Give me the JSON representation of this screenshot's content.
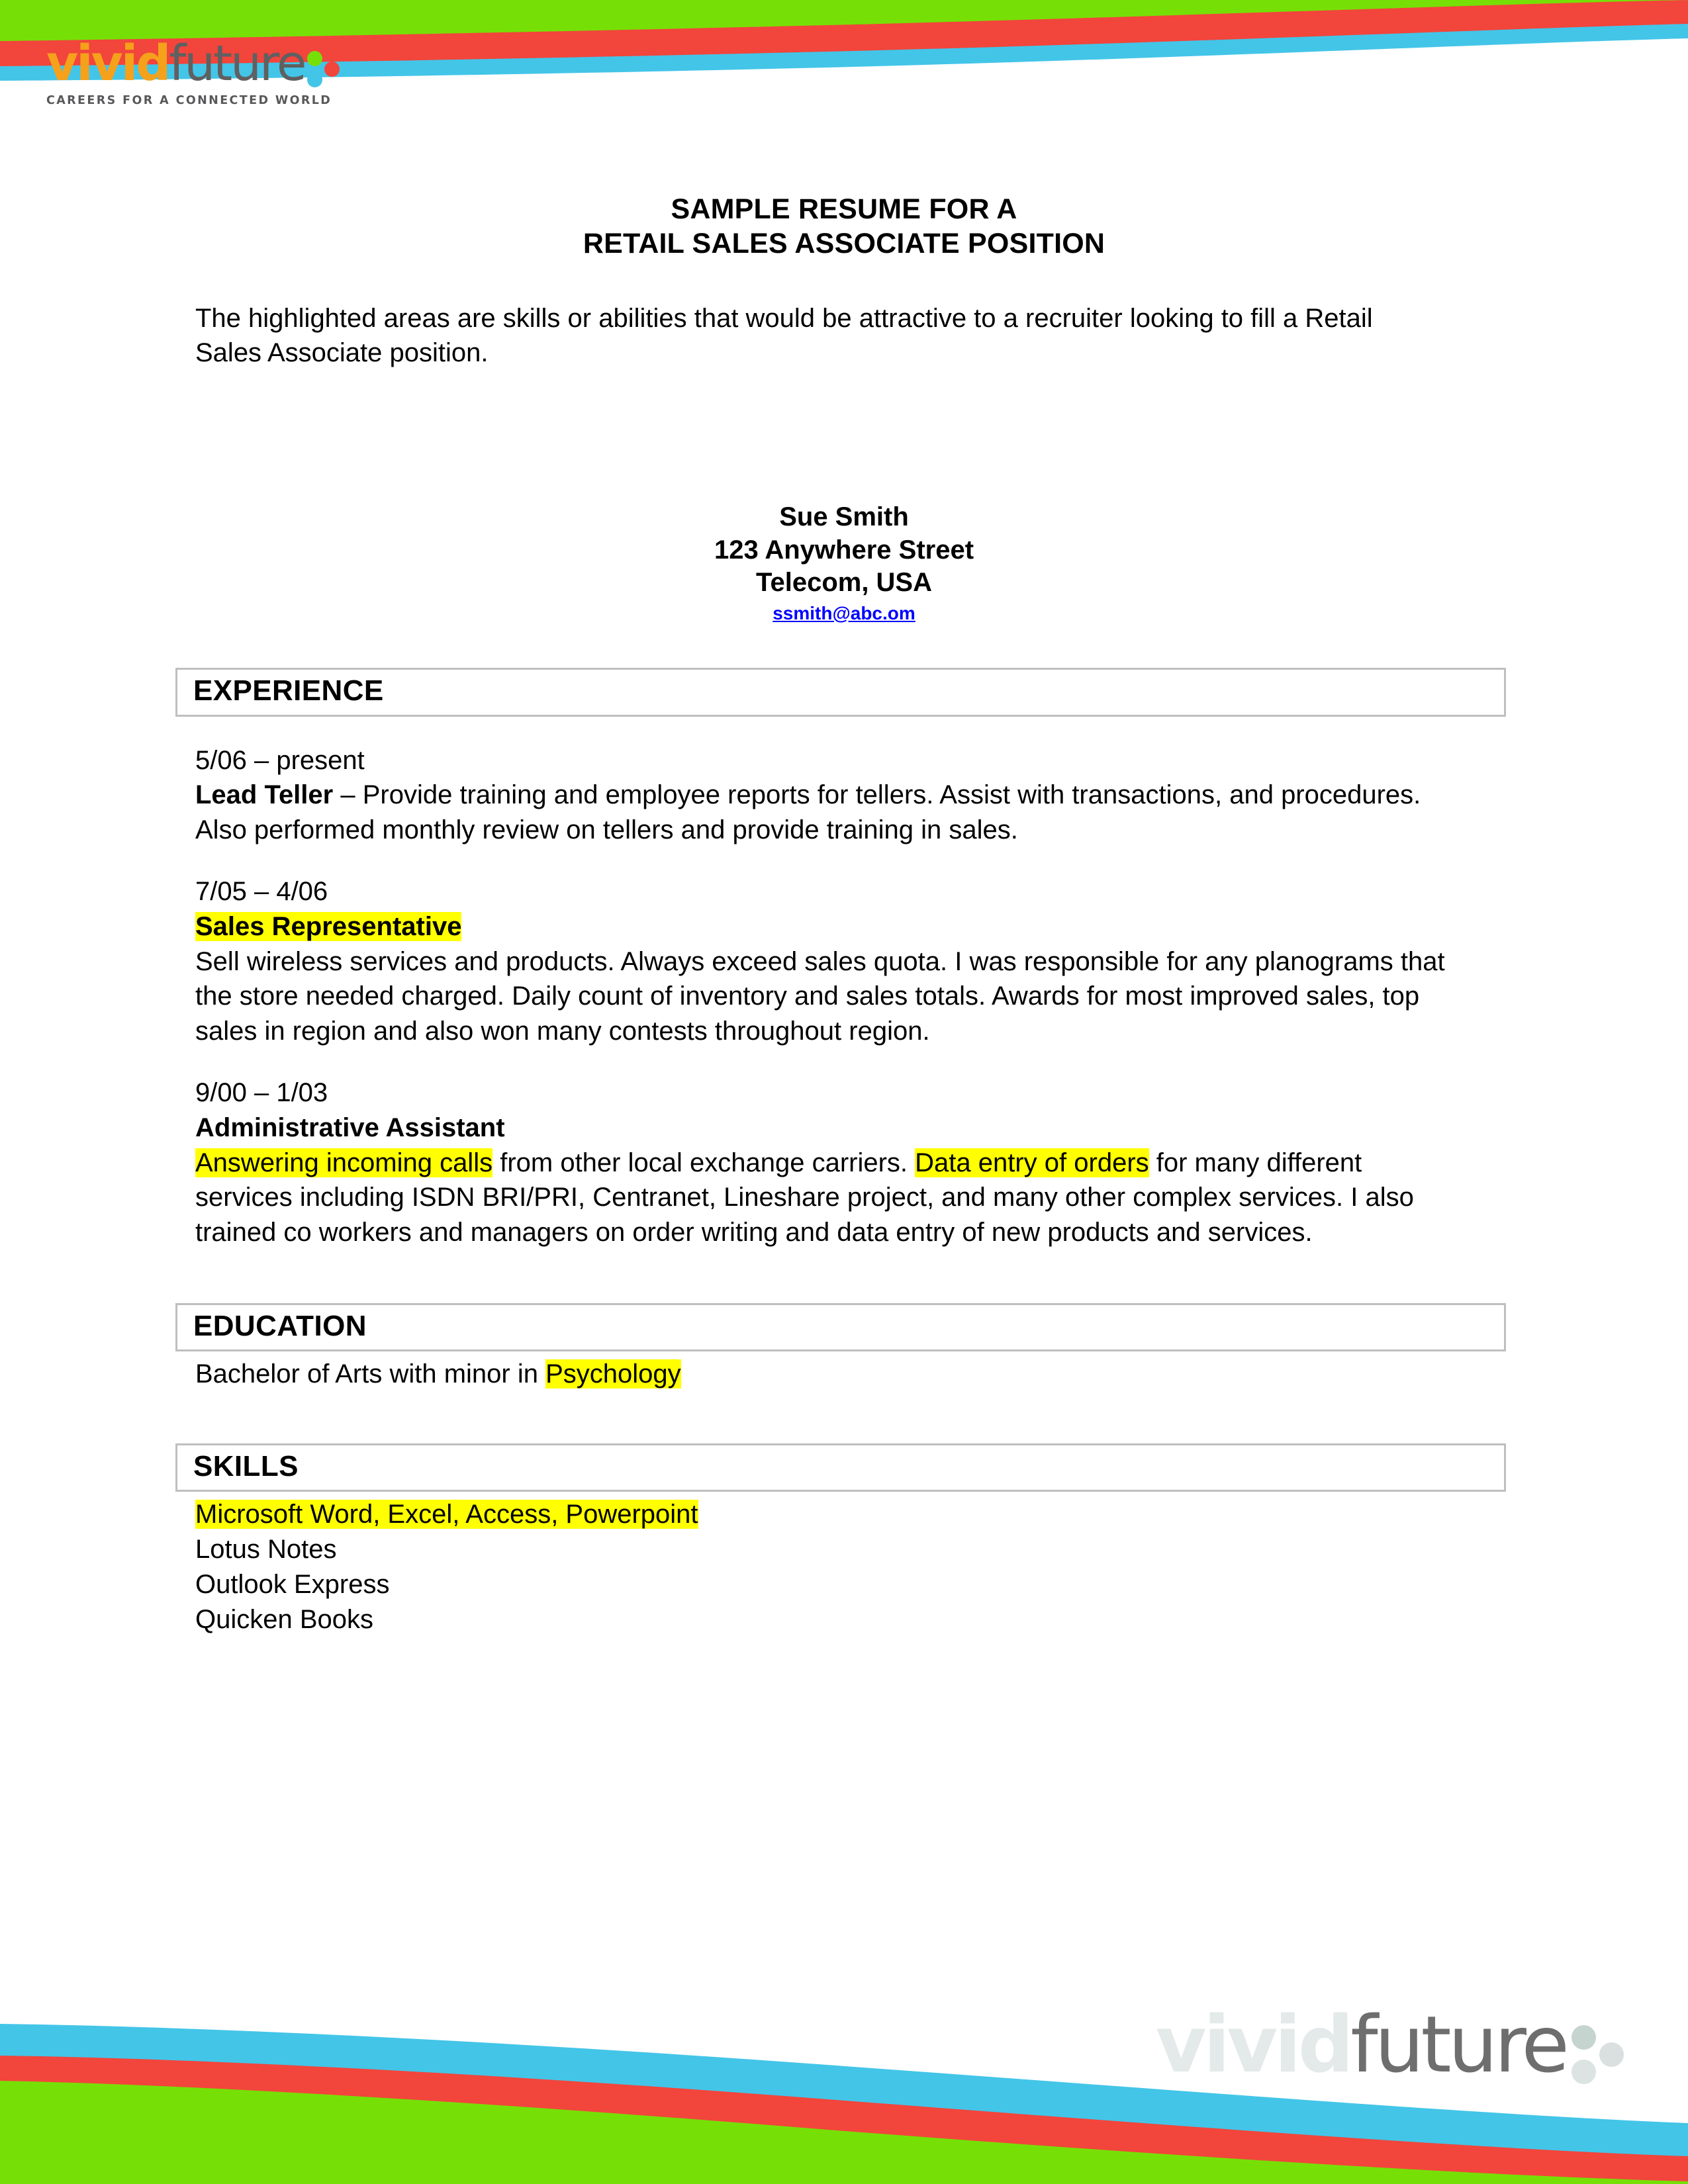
{
  "brand": {
    "logo_vivid": "vivid",
    "logo_future": "future",
    "tagline": "CAREERS FOR A CONNECTED WORLD",
    "colors": {
      "orange": "#F5A11B",
      "gray": "#606060",
      "green": "#76E006",
      "red": "#F2453B",
      "blue": "#43C5E8",
      "highlight": "#FFFF00",
      "link": "#0000FF",
      "section_border": "#BFBFBF"
    }
  },
  "document": {
    "title_line1": "SAMPLE RESUME FOR A",
    "title_line2": "RETAIL SALES ASSOCIATE POSITION",
    "intro": "The highlighted areas are skills or abilities that would be attractive to a recruiter looking to fill a Retail Sales Associate position."
  },
  "contact": {
    "name": "Sue Smith",
    "street": "123 Anywhere Street",
    "city": "Telecom, USA",
    "email": "ssmith@abc.om"
  },
  "sections": {
    "experience_heading": "EXPERIENCE",
    "education_heading": "EDUCATION",
    "skills_heading": "SKILLS"
  },
  "experience": [
    {
      "date": "5/06 – present",
      "title": "Lead Teller",
      "title_highlighted": false,
      "title_separator": " – ",
      "title_inline": true,
      "description": "Provide training and employee reports for tellers.  Assist with transactions, and procedures.  Also performed monthly review on tellers and provide training in sales."
    },
    {
      "date": "7/05 – 4/06",
      "title": "Sales Representative",
      "title_highlighted": true,
      "title_inline": false,
      "description": "Sell wireless services and products.  Always exceed sales quota.  I was responsible for any planograms that the store needed charged.  Daily count of inventory and sales totals.  Awards for most improved sales, top sales in region and also won many contests throughout region."
    },
    {
      "date": "9/00 – 1/03",
      "title": "Administrative Assistant",
      "title_highlighted": false,
      "title_inline": false,
      "desc_part1_highlighted": "Answering incoming calls",
      "desc_part2": " from other local exchange carriers. ",
      "desc_part3_highlighted": "Data entry of orders",
      "desc_part4": " for many different services including ISDN BRI/PRI, Centranet, Lineshare project, and many other complex services. I also trained co workers and managers on order writing and data entry of new products and services."
    }
  ],
  "education": {
    "prefix": "Bachelor of Arts with minor in ",
    "highlighted": "Psychology"
  },
  "skills": [
    {
      "text": "Microsoft Word, Excel, Access, Powerpoint",
      "highlighted": true
    },
    {
      "text": "Lotus Notes",
      "highlighted": false
    },
    {
      "text": "Outlook Express",
      "highlighted": false
    },
    {
      "text": "Quicken Books",
      "highlighted": false
    }
  ]
}
